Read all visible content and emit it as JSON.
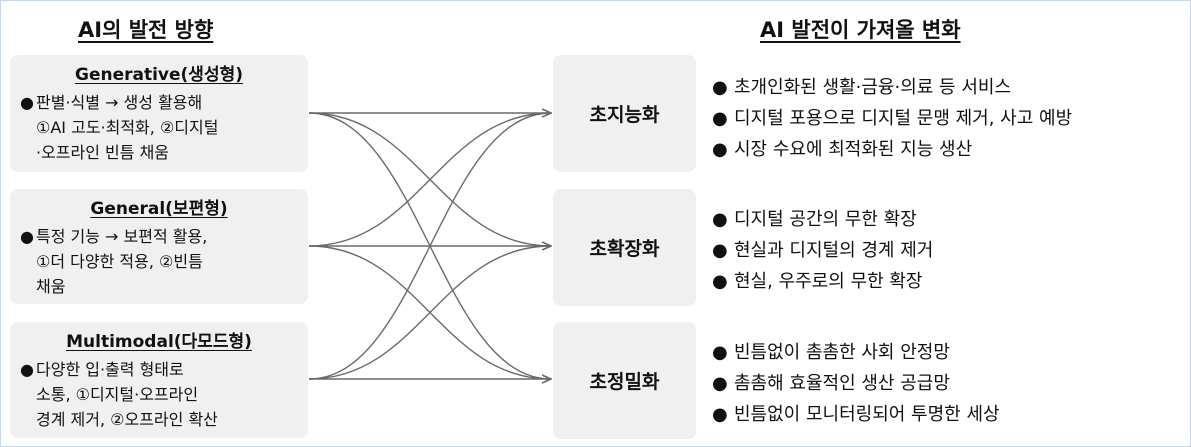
{
  "left_heading": "AI의 발전 방향",
  "right_heading": "AI 발전이 가져올 변화",
  "bullet_char": "●",
  "directions": [
    {
      "title": "Generative(생성형)",
      "lines": [
        "판별·식별 → 생성 활용해",
        "①AI 고도·최적화, ②디지털",
        "·오프라인 빈틈 채움"
      ]
    },
    {
      "title": "General(보편형)",
      "lines": [
        "특정 기능 → 보편적 활용,",
        "①더 다양한 적용, ②빈틈",
        "채움"
      ]
    },
    {
      "title": "Multimodal(다모드형)",
      "lines": [
        "다양한 입·출력 형태로",
        "소통, ①디지털·오프라인",
        "경계 제거, ②오프라인 확산"
      ]
    }
  ],
  "changes": [
    {
      "label": "초지능화",
      "items": [
        "초개인화된 생활·금융·의료 등 서비스",
        "디지털 포용으로 디지털 문맹 제거, 사고 예방",
        "시장 수요에 최적화된 지능 생산"
      ]
    },
    {
      "label": "초확장화",
      "items": [
        "디지털 공간의 무한 확장",
        "현실과 디지털의 경계 제거",
        "현실, 우주로의 무한 확장"
      ]
    },
    {
      "label": "초정밀화",
      "items": [
        "빈틈없이 촘촘한 사회 안정망",
        "촘촘해 효율적인 생산 공급망",
        "빈틈없이 모니터링되어 투명한 세상"
      ]
    }
  ],
  "colors": {
    "box_fill": "#f0f0f0",
    "connector": "#6a6a6a",
    "frame_border": "#c9d7ea"
  }
}
